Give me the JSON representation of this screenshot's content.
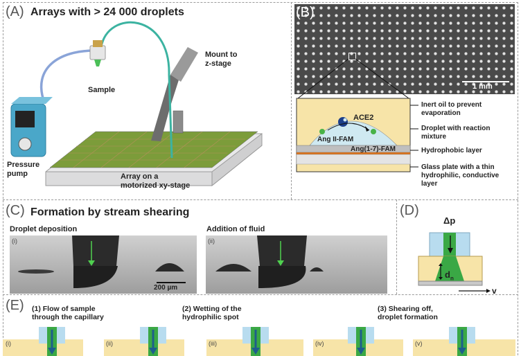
{
  "panelA": {
    "label": "(A)",
    "title": "Arrays with > 24 000 droplets",
    "mount": "Mount to\nz-stage",
    "sample": "Sample",
    "pump": "Pressure\npump",
    "array": "Array on a\nmotorized xy-stage"
  },
  "panelB": {
    "label": "(B)",
    "scale": "1 mm",
    "ace2": "ACE2",
    "ang2": "Ang II-FAM",
    "ang17": "Ang(1-7)-FAM",
    "legend": [
      "Inert oil to prevent\nevaporation",
      "Droplet with reaction\nmixture",
      "Hydrophobic layer",
      "Glass plate with a thin\nhydrophilic, conductive\nlayer"
    ]
  },
  "panelC": {
    "label": "(C)",
    "title": "Formation by stream shearing",
    "img1_title": "Droplet deposition",
    "img1_roman": "(i)",
    "img2_title": "Addition of fluid",
    "img2_roman": "(ii)",
    "scale": "200 µm"
  },
  "panelD": {
    "label": "(D)",
    "dp": "Δp",
    "dn": "d",
    "dn_sub": "n",
    "v": "v"
  },
  "panelE": {
    "label": "(E)",
    "step1": "(1) Flow of sample\nthrough the capillary",
    "step2": "(2) Wetting of the\nhydrophilic spot",
    "step3": "(3) Shearing off,\ndroplet formation",
    "romans": [
      "(i)",
      "(ii)",
      "(iii)",
      "(iv)",
      "(v)"
    ]
  },
  "colors": {
    "green": "#3aa845",
    "blue_cap": "#b8dcef",
    "oil": "#f7e4a8",
    "arrow": "#1e5e8c"
  }
}
